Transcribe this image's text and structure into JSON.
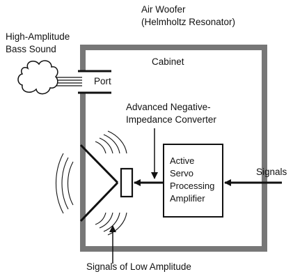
{
  "labels": {
    "air_woofer_line1": "Air Woofer",
    "air_woofer_line2": "(Helmholtz Resonator)",
    "bass_line1": "High-Amplitude",
    "bass_line2": "Bass Sound",
    "cabinet": "Cabinet",
    "port": "Port",
    "converter_line1": "Advanced Negative-",
    "converter_line2": "Impedance Converter",
    "amp_line1": "Active",
    "amp_line2": "Servo",
    "amp_line3": "Processing",
    "amp_line4": "Amplifier",
    "signals": "Signals",
    "low_amplitude": "Signals of Low Amplitude"
  },
  "colors": {
    "cabinet_wall": "#777777",
    "line": "#111111",
    "background": "#ffffff"
  }
}
